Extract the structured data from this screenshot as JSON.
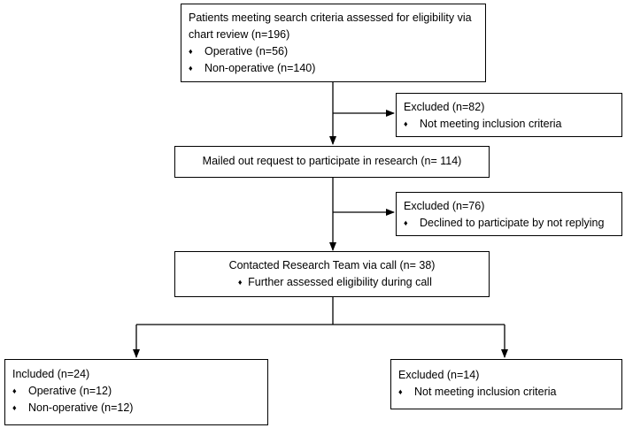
{
  "screening": {
    "title": "Patients meeting search criteria assessed for eligibility via chart review (n=196)",
    "items": [
      "Operative (n=56)",
      "Non-operative (n=140)"
    ]
  },
  "excluded_1": {
    "title": "Excluded (n=82)",
    "items": [
      "Not meeting inclusion criteria"
    ]
  },
  "mailed": {
    "title": "Mailed out request to participate in research (n= 114)"
  },
  "excluded_2": {
    "title": "Excluded (n=76)",
    "items": [
      "Declined to participate by not replying"
    ]
  },
  "contacted": {
    "title": "Contacted Research Team via call (n= 38)",
    "items": [
      "Further assessed eligibility during call"
    ]
  },
  "included": {
    "title": "Included (n=24)",
    "items": [
      "Operative (n=12)",
      "Non-operative (n=12)"
    ]
  },
  "excluded_3": {
    "title": "Excluded (n=14)",
    "items": [
      "Not meeting inclusion criteria"
    ]
  },
  "bullet_glyph": "♦"
}
